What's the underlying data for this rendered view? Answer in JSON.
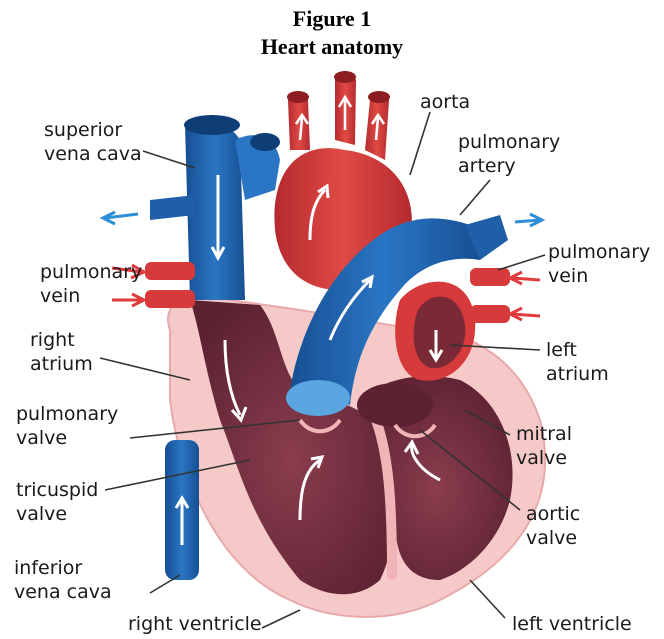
{
  "figure": {
    "number": "Figure 1",
    "title": "Heart anatomy"
  },
  "labels": {
    "superior_vena_cava": [
      "superior",
      "vena cava"
    ],
    "aorta": [
      "aorta"
    ],
    "pulmonary_artery": [
      "pulmonary",
      "artery"
    ],
    "pulmonary_vein_left": [
      "pulmonary",
      "vein"
    ],
    "pulmonary_vein_right": [
      "pulmonary",
      "vein"
    ],
    "right_atrium": [
      "right",
      "atrium"
    ],
    "left_atrium": [
      "left",
      "atrium"
    ],
    "pulmonary_valve": [
      "pulmonary",
      "valve"
    ],
    "mitral_valve": [
      "mitral",
      "valve"
    ],
    "tricuspid_valve": [
      "tricuspid",
      "valve"
    ],
    "aortic_valve": [
      "aortic",
      "valve"
    ],
    "inferior_vena_cava": [
      "inferior",
      "vena cava"
    ],
    "right_ventricle": [
      "right ventricle"
    ],
    "left_ventricle": [
      "left ventricle"
    ]
  },
  "colors": {
    "deoxygenated_blue": "#1f5fa8",
    "oxygenated_red": "#d63a3a",
    "muscle_dark": "#6e2a3c",
    "muscle_light": "#f6c9c9",
    "flow_arrow_blue": "#2d8fd6",
    "flow_arrow_red": "#e23b3b"
  }
}
